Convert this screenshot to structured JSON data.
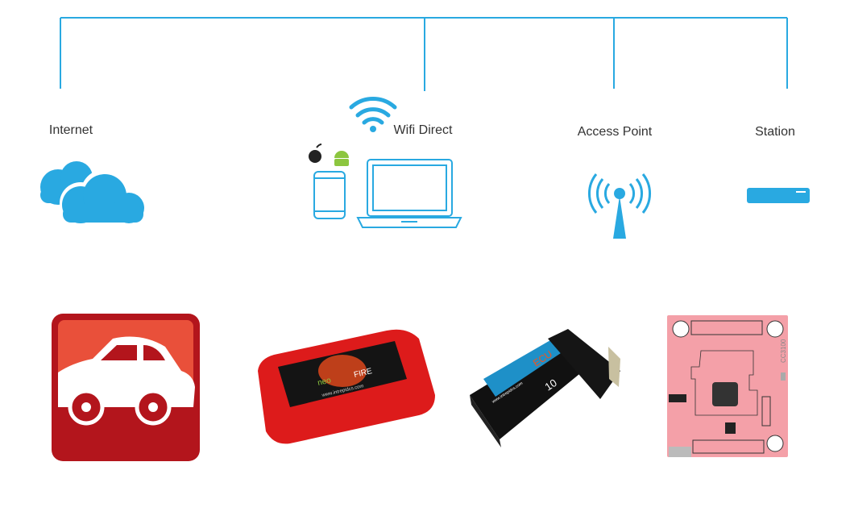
{
  "nodes": {
    "internet": "Internet",
    "wifi_direct": "Wifi Direct",
    "access_point": "Access Point",
    "station": "Station"
  },
  "devices": {
    "neovi_fire": {
      "brand": "neo",
      "model": "FIRE",
      "url": "www.intrepidcs.com"
    },
    "neoecu": {
      "brand": "neo",
      "model": "ECU",
      "number": "10",
      "url": "www.intrepidcs.com"
    },
    "cc3100": {
      "label": "CC3100"
    }
  },
  "colors": {
    "accent": "#29a9e1",
    "red": "#c8161d",
    "board": "#f4a0a8"
  }
}
